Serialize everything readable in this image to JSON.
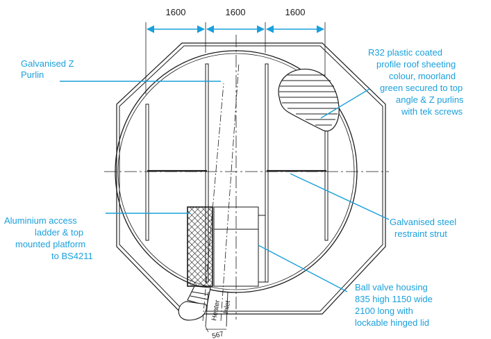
{
  "dimensions": {
    "d1": "1600",
    "d2": "1600",
    "d3": "1600",
    "bottom": "567"
  },
  "labels": {
    "purlin": [
      "Galvanised Z",
      "Purlin"
    ],
    "roof": [
      "R32 plastic coated",
      "profile roof sheeting",
      "colour, moorland",
      "green secured to top",
      "angle & Z purlins",
      "with tek screws"
    ],
    "ladder": [
      "Aluminium access",
      "ladder & top",
      "mounted platform",
      "to BS4211"
    ],
    "strut": [
      "Galvanised steel",
      "restraint strut"
    ],
    "valve": [
      "Ball valve housing",
      "835 high 1150 wide",
      "2100 long with",
      "lockable hinged lid"
    ]
  },
  "pipes": {
    "heater": "Heater",
    "inlet": "Inlet"
  },
  "colors": {
    "line": "#1a1a1a",
    "accent": "#1aa0dc"
  }
}
